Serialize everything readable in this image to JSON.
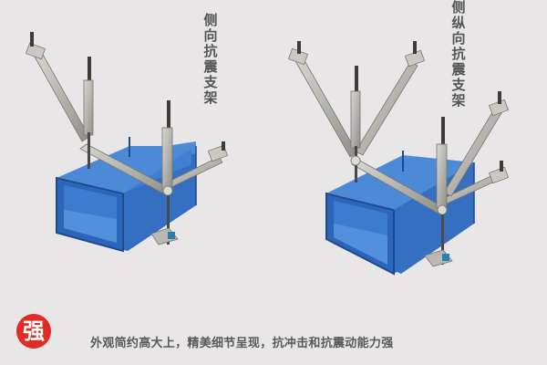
{
  "panels": [
    {
      "id": "lateral",
      "label": "侧向抗震支架",
      "illustration": "duct-seismic-support-lateral"
    },
    {
      "id": "lateral-longitudinal",
      "label": "侧纵向抗震支架",
      "illustration": "duct-seismic-support-lateral-longitudinal"
    }
  ],
  "footer": {
    "badge_text": "强",
    "badge_color": "#e12b25",
    "caption": "外观简约高大上，精美细节呈现，抗冲击和抗震动能力强"
  },
  "colors": {
    "background": "#e8e6e7",
    "duct_top": "#4a88d6",
    "duct_side": "#2f6cc0",
    "duct_inner": "#3c79cc",
    "metal": "#b9b8b3",
    "metal_dark": "#8d8c87",
    "text": "#555454"
  }
}
